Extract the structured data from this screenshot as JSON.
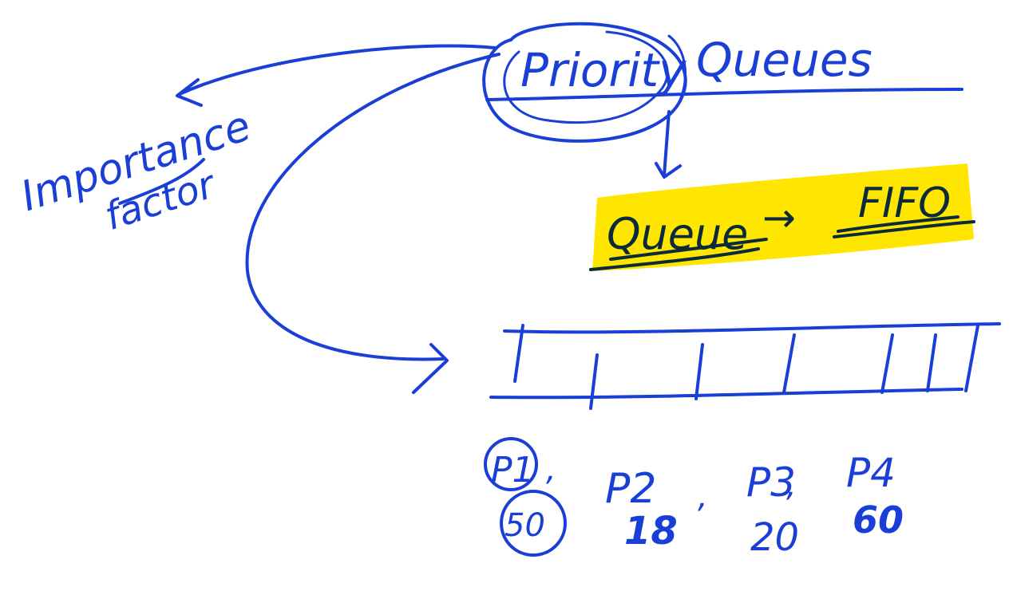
{
  "title": {
    "word1": "Priority",
    "word2": "Queues"
  },
  "left_note": {
    "line1": "Importance",
    "line2": "factor"
  },
  "highlight": {
    "left": "Queue",
    "arrow": "→",
    "right": "FIFO",
    "color": "#ffe600"
  },
  "items": [
    {
      "label": "P1",
      "value": "50"
    },
    {
      "label": "P2",
      "value": "18"
    },
    {
      "label": "P3",
      "value": "20"
    },
    {
      "label": "P4",
      "value": "60"
    }
  ],
  "ink_color": "#1a3fd6"
}
